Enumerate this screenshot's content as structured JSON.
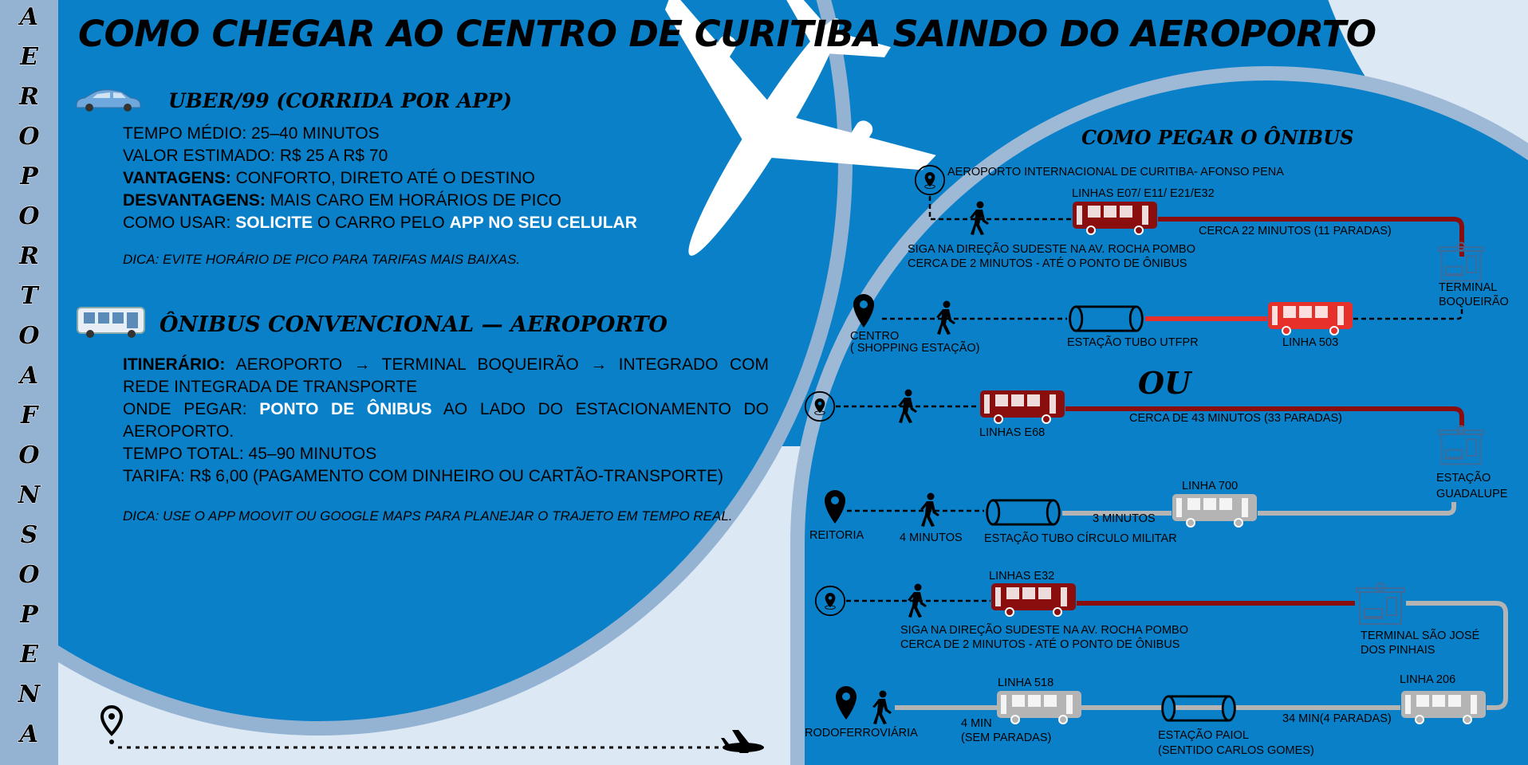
{
  "vertical_title": "AEROPORTOAFONSOPENA",
  "title": "COMO CHEGAR AO CENTRO DE CURITIBA SAINDO DO AEROPORTO",
  "uber": {
    "heading": "UBER/99 (CORRIDA POR APP)",
    "tempo": "TEMPO MÉDIO: 25–40 MINUTOS",
    "valor": "VALOR ESTIMADO: R$ 25 A R$ 70",
    "vantagens_label": "VANTAGENS:",
    "vantagens": " CONFORTO, DIRETO ATÉ O DESTINO",
    "desvantagens_label": "DESVANTAGENS:",
    "desvantagens": " MAIS CARO EM HORÁRIOS DE PICO",
    "como_usar": "COMO USAR: ",
    "solicite": "SOLICITE",
    "o_carro": " O CARRO PELO ",
    "app": "APP NO SEU CELULAR",
    "dica": "DICA: EVITE HORÁRIO DE PICO PARA TARIFAS MAIS BAIXAS."
  },
  "onibus": {
    "heading": "ÔNIBUS CONVENCIONAL — AEROPORTO",
    "itinerario_label": "ITINERÁRIO:",
    "itinerario": " AEROPORTO → TERMINAL BOQUEIRÃO → INTEGRADO COM REDE INTEGRADA DE TRANSPORTE",
    "onde_pegar": "ONDE PEGAR: ",
    "ponto": "PONTO DE ÔNIBUS",
    "onde_resto": " AO LADO DO ESTACIONAMENTO DO AEROPORTO.",
    "tempo_total": "TEMPO TOTAL: 45–90 MINUTOS",
    "tarifa": "TARIFA: R$ 6,00 (PAGAMENTO COM DINHEIRO OU CARTÃO-TRANSPORTE)",
    "dica": "DICA: USE O APP MOOVIT OU GOOGLE MAPS PARA PLANEJAR O TRAJETO EM TEMPO REAL."
  },
  "panel": {
    "heading": "COMO PEGAR O ÔNIBUS",
    "ou": "OU",
    "r1": {
      "origin": "AEROPORTO INTERNACIONAL DE CURITIBA- AFONSO PENA",
      "lines": "LINHAS E07/ E11/ E21/E32",
      "duration": "CERCA 22 MINUTOS (11 PARADAS)",
      "walk1": "SIGA NA DIREÇÃO SUDESTE NA AV. ROCHA POMBO",
      "walk2": "CERCA DE 2 MINUTOS - ATÉ O PONTO DE ÔNIBUS",
      "terminal1": "TERMINAL",
      "terminal2": "BOQUEIRÃO"
    },
    "r2": {
      "dest1": "CENTRO",
      "dest2": "( SHOPPING ESTAÇÃO)",
      "tube": "ESTAÇÃO TUBO UTFPR",
      "line": "LINHA 503"
    },
    "r3": {
      "lines": "LINHAS E68",
      "duration": "CERCA DE 43 MINUTOS (33 PARADAS)",
      "station1": "ESTAÇÃO",
      "station2": "GUADALUPE"
    },
    "r4": {
      "dest": "REITORIA",
      "walk": "4 MINUTOS",
      "tube": "ESTAÇÃO TUBO CÍRCULO MILITAR",
      "duration": "3 MINUTOS",
      "line": "LINHA 700"
    },
    "r5": {
      "lines": "LINHAS E32",
      "walk1": "SIGA NA DIREÇÃO SUDESTE NA AV. ROCHA POMBO",
      "walk2": "CERCA DE 2 MINUTOS - ATÉ O PONTO DE ÔNIBUS",
      "terminal1": "TERMINAL SÃO JOSÉ",
      "terminal2": "DOS PINHAIS"
    },
    "r6": {
      "dest": "RODOFERROVIÁRIA",
      "line1": "LINHA 518",
      "dur1a": "4 MIN",
      "dur1b": "(SEM PARADAS)",
      "tube1": "ESTAÇÃO PAIOL",
      "tube2": " (SENTIDO CARLOS GOMES)",
      "dur2": "34 MIN(4 PARADAS)",
      "line2": "LINHA 206"
    }
  },
  "colors": {
    "blue": "#0a80c9",
    "light": "#dce9f5",
    "ring": "#94b3d3",
    "darkred": "#8b0e0e",
    "red": "#e8302a",
    "gray": "#b4b4b4"
  }
}
